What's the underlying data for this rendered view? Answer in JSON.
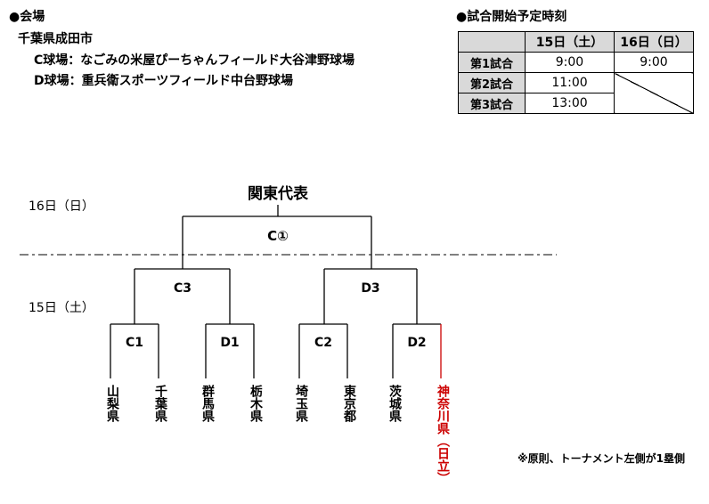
{
  "venue": {
    "heading": "●会場",
    "city": "千葉県成田市",
    "field_c": "C球場：なごみの米屋ぴーちゃんフィールド大谷津野球場",
    "field_d": "D球場：重兵衛スポーツフィールド中台野球場"
  },
  "schedule": {
    "heading": "●試合開始予定時刻",
    "columns": [
      "15日（土）",
      "16日（日）"
    ],
    "rows": [
      {
        "label": "第1試合",
        "day1": "9:00",
        "day2": "9:00"
      },
      {
        "label": "第2試合",
        "day1": "11:00",
        "day2": ""
      },
      {
        "label": "第3試合",
        "day1": "13:00",
        "day2": ""
      }
    ]
  },
  "bracket": {
    "champion": "関東代表",
    "day16": "16日（日）",
    "day15": "15日（土）",
    "final": "C①",
    "semi": [
      "C3",
      "D3"
    ],
    "first_round": [
      "C1",
      "D1",
      "C2",
      "D2"
    ],
    "teams": [
      "山梨県",
      "千葉県",
      "群馬県",
      "栃木県",
      "埼玉県",
      "東京都",
      "茨城県",
      "神奈川県（日立）"
    ],
    "highlight_color": "#cc0000"
  },
  "note": "※原則、トーナメント左側が1塁側"
}
